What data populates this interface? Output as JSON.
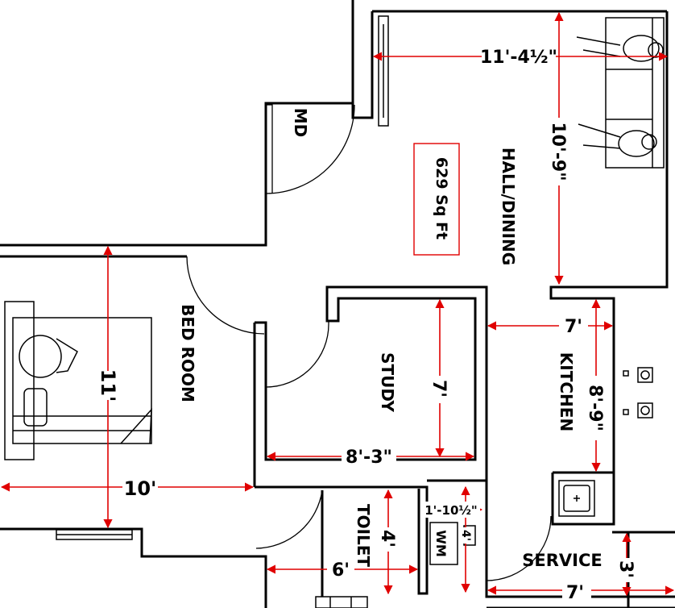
{
  "rooms": {
    "hall": "HALL/DINING",
    "bedroom": "BED ROOM",
    "study": "STUDY",
    "kitchen": "KITCHEN",
    "toilet": "TOILET",
    "service": "SERVICE",
    "main_door": "MD",
    "washing_machine": "WM"
  },
  "area_label": "629 Sq Ft",
  "dimensions": {
    "hall_width": "11'-4½\"",
    "hall_length": "10'-9\"",
    "kitchen_width": "7'",
    "kitchen_length": "8'-9\"",
    "study_width": "8'-3\"",
    "study_length": "7'",
    "bedroom_length": "11'",
    "bedroom_width": "10'",
    "toilet_width": "6'",
    "toilet_length": "4'",
    "wm_width": "1'-10½\"",
    "wm_length": "4'",
    "service_width": "7'",
    "service_length": "3'"
  },
  "colors": {
    "walls": "#000000",
    "dimension_lines": "#e00000"
  }
}
